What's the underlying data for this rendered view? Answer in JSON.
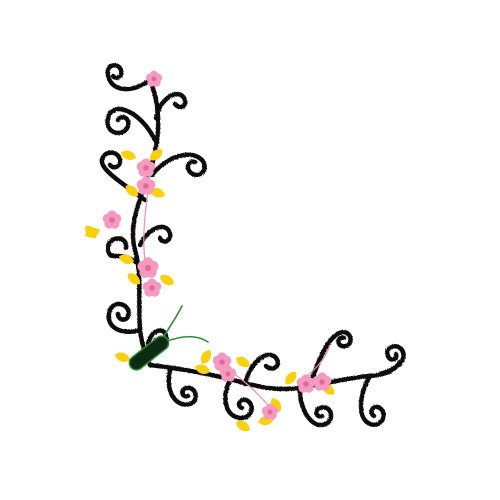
{
  "palette": {
    "background": "#ffffff",
    "vine": "#111111",
    "blossom": "#f49ac1",
    "blossom_center": "#e06a9e",
    "leaf": "#f7d10e",
    "bud_body": "#0d2a12",
    "bud_stem": "#2f8a3a"
  },
  "motif": {
    "style": "embroidered floral corner",
    "elements": [
      "curling-vine",
      "pink-blossom",
      "yellow-leaf",
      "dark-bud"
    ]
  }
}
